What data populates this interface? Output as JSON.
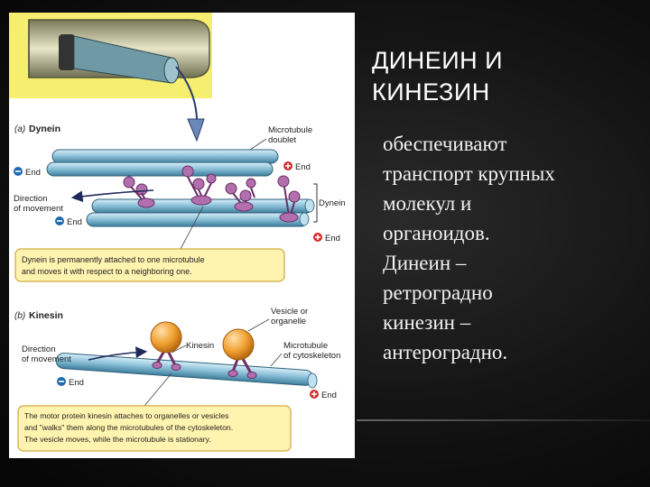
{
  "slide": {
    "title_lines": [
      "ДИНЕИН И",
      "КИНЕЗИН"
    ],
    "body_lines": [
      "обеспечивают",
      "транспорт крупных",
      "молекул и",
      "органоидов.",
      "Динеин –",
      "ретроградно",
      "кинезин –",
      "антероградно."
    ]
  },
  "figure": {
    "dynein_panel": {
      "letter": "(a)",
      "heading": "Dynein",
      "microtubule_doublet_label": [
        "Microtubule",
        "doublet"
      ],
      "dynein_label": "Dynein",
      "direction_label": [
        "Direction",
        "of movement"
      ],
      "minus_end_label": "End",
      "plus_end_label": "End",
      "caption": [
        "Dynein is permanently attached to one microtubule",
        "and moves it with respect to a neighboring one."
      ]
    },
    "kinesin_panel": {
      "letter": "(b)",
      "heading": "Kinesin",
      "vesicle_label": [
        "Vesicle or",
        "organelle"
      ],
      "kinesin_label": "Kinesin",
      "microtubule_label": [
        "Microtubule",
        "of cytoskeleton"
      ],
      "direction_label": [
        "Direction",
        "of movement"
      ],
      "minus_end_label": "End",
      "plus_end_label": "End",
      "caption": [
        "The motor protein kinesin attaches to organelles or vesicles",
        "and \"walks\" them along the microtubules of the cytoskeleton.",
        "The vesicle moves, while the microtubule is stationary."
      ]
    },
    "colors": {
      "microtubule": "#8fc3da",
      "motor_protein": "#b26fae",
      "vesicle": "#f0a030",
      "caption_box": "#fff3b0",
      "minus_end": "#1f6ab0",
      "plus_end": "#d42a2a",
      "cilium_background": "#f5ee6e"
    }
  }
}
